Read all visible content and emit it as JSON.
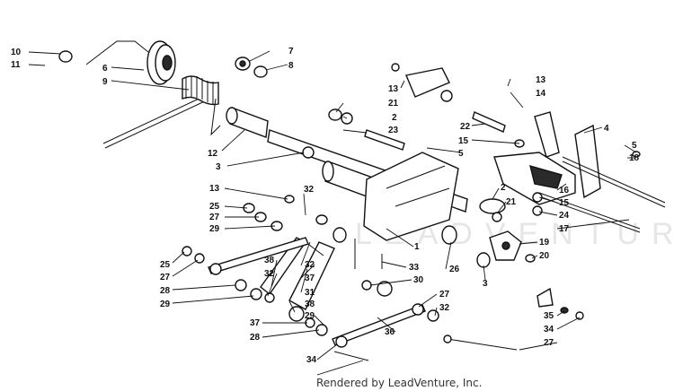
{
  "footer": {
    "credit": "Rendered by LeadVenture, Inc."
  },
  "watermark": {
    "text": "LEADVENTURE"
  },
  "callouts": [
    {
      "id": "c1",
      "text": "10"
    },
    {
      "id": "c2",
      "text": "11"
    },
    {
      "id": "c3",
      "text": "6"
    },
    {
      "id": "c4",
      "text": "9"
    },
    {
      "id": "c5",
      "text": "7"
    },
    {
      "id": "c6",
      "text": "8"
    },
    {
      "id": "c7",
      "text": "12"
    },
    {
      "id": "c8",
      "text": "3"
    },
    {
      "id": "c9",
      "text": "13"
    },
    {
      "id": "c10",
      "text": "21"
    },
    {
      "id": "c11",
      "text": "2"
    },
    {
      "id": "c12",
      "text": "23"
    },
    {
      "id": "c13",
      "text": "13"
    },
    {
      "id": "c14",
      "text": "14"
    },
    {
      "id": "c15",
      "text": "22"
    },
    {
      "id": "c16",
      "text": "15"
    },
    {
      "id": "c17",
      "text": "4"
    },
    {
      "id": "c18",
      "text": "5"
    },
    {
      "id": "c19",
      "text": "5"
    },
    {
      "id": "c20",
      "text": "18"
    },
    {
      "id": "c21",
      "text": "16"
    },
    {
      "id": "c22",
      "text": "15"
    },
    {
      "id": "c23",
      "text": "24"
    },
    {
      "id": "c24",
      "text": "17"
    },
    {
      "id": "c25",
      "text": "2"
    },
    {
      "id": "c26",
      "text": "21"
    },
    {
      "id": "c27",
      "text": "13"
    },
    {
      "id": "c28",
      "text": "32"
    },
    {
      "id": "c29",
      "text": "25"
    },
    {
      "id": "c30",
      "text": "27"
    },
    {
      "id": "c31",
      "text": "29"
    },
    {
      "id": "c32",
      "text": "1"
    },
    {
      "id": "c33",
      "text": "19"
    },
    {
      "id": "c34",
      "text": "20"
    },
    {
      "id": "c35",
      "text": "25"
    },
    {
      "id": "c36",
      "text": "27"
    },
    {
      "id": "c37",
      "text": "28"
    },
    {
      "id": "c38",
      "text": "29"
    },
    {
      "id": "c39",
      "text": "38"
    },
    {
      "id": "c40",
      "text": "32"
    },
    {
      "id": "c41",
      "text": "32"
    },
    {
      "id": "c42",
      "text": "37"
    },
    {
      "id": "c43",
      "text": "31"
    },
    {
      "id": "c44",
      "text": "33"
    },
    {
      "id": "c45",
      "text": "26"
    },
    {
      "id": "c46",
      "text": "3"
    },
    {
      "id": "c47",
      "text": "30"
    },
    {
      "id": "c48",
      "text": "38"
    },
    {
      "id": "c49",
      "text": "29"
    },
    {
      "id": "c50",
      "text": "27"
    },
    {
      "id": "c51",
      "text": "32"
    },
    {
      "id": "c52",
      "text": "37"
    },
    {
      "id": "c53",
      "text": "28"
    },
    {
      "id": "c54",
      "text": "36"
    },
    {
      "id": "c55",
      "text": "35"
    },
    {
      "id": "c56",
      "text": "34"
    },
    {
      "id": "c57",
      "text": "27"
    },
    {
      "id": "c58",
      "text": "34"
    }
  ]
}
